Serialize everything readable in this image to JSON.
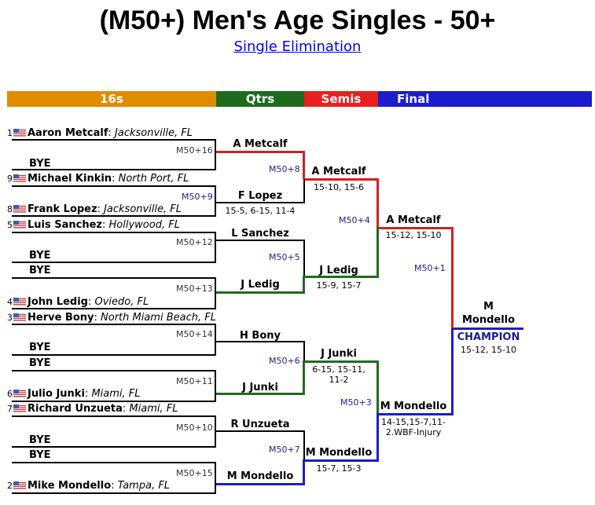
{
  "title": "(M50+) Men's Age Singles - 50+",
  "subtitle": "Single Elimination",
  "rounds": [
    {
      "label": "16s",
      "color": "#df8c00"
    },
    {
      "label": "Qtrs",
      "color": "#1e6b1e"
    },
    {
      "label": "Semis",
      "color": "#e82020"
    },
    {
      "label": "Final",
      "color": "#1c1ccf"
    }
  ],
  "entries": [
    {
      "seed": "1",
      "name": "Aaron Metcalf",
      "location": "Jacksonville, FL"
    },
    {
      "bye": "BYE"
    },
    {
      "seed": "9",
      "name": "Michael Kinkin",
      "location": "North Port, FL"
    },
    {
      "seed": "8",
      "name": "Frank Lopez",
      "location": "Jacksonville, FL"
    },
    {
      "seed": "5",
      "name": "Luis Sanchez",
      "location": "Hollywood, FL"
    },
    {
      "bye": "BYE"
    },
    {
      "bye": "BYE"
    },
    {
      "seed": "4",
      "name": "John Ledig",
      "location": "Oviedo, FL"
    },
    {
      "seed": "3",
      "name": "Herve Bony",
      "location": "North Miami Beach, FL"
    },
    {
      "bye": "BYE"
    },
    {
      "bye": "BYE"
    },
    {
      "seed": "6",
      "name": "Julio Junki",
      "location": "Miami, FL"
    },
    {
      "seed": "7",
      "name": "Richard Unzueta",
      "location": "Miami, FL"
    },
    {
      "bye": "BYE"
    },
    {
      "bye": "BYE"
    },
    {
      "seed": "2",
      "name": "Mike Mondello",
      "location": "Tampa, FL"
    }
  ],
  "round16_matches": [
    "M50+16",
    "M50+9",
    "M50+12",
    "M50+13",
    "M50+14",
    "M50+11",
    "M50+10",
    "M50+15"
  ],
  "quarters": [
    {
      "winner": "A Metcalf",
      "score": ""
    },
    {
      "winner": "F Lopez",
      "score": "15-5, 6-15, 11-4"
    },
    {
      "winner": "L Sanchez",
      "score": ""
    },
    {
      "winner": "J Ledig",
      "score": ""
    },
    {
      "winner": "H Bony",
      "score": ""
    },
    {
      "winner": "J Junki",
      "score": ""
    },
    {
      "winner": "R Unzueta",
      "score": ""
    },
    {
      "winner": "M Mondello",
      "score": ""
    }
  ],
  "quarter_matches": [
    "M50+8",
    "M50+5",
    "M50+6",
    "M50+7"
  ],
  "semis": [
    {
      "winner": "A Metcalf",
      "score": "15-10, 15-6"
    },
    {
      "winner": "J Ledig",
      "score": "15-9, 15-7"
    },
    {
      "winner": "J Junki",
      "score_line1": "6-15, 15-11,",
      "score_line2": "11-2"
    },
    {
      "winner": "M Mondello",
      "score": "15-7, 15-3"
    }
  ],
  "semi_matches": [
    "M50+4",
    "M50+3"
  ],
  "finalists": [
    {
      "winner": "A Metcalf",
      "score": "15-12, 15-10"
    },
    {
      "winner": "M Mondello",
      "score_line1": "14-15,15-7,11-",
      "score_line2": "2.WBF-Injury"
    }
  ],
  "final_match": "M50+1",
  "champion": {
    "name_line1": "M",
    "name_line2": "Mondello",
    "label": "CHAMPION",
    "score": "15-12, 15-10"
  }
}
